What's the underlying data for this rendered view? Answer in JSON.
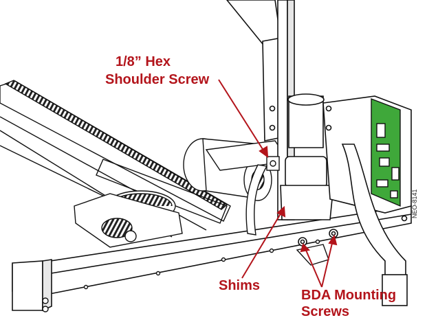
{
  "callouts": {
    "hex_line1": "1/8” Hex",
    "hex_line2": "Shoulder Screw",
    "shims": "Shims",
    "bda_line1": "BDA Mounting",
    "bda_line2": "Screws"
  },
  "doc_id": "NEO-8141",
  "colors": {
    "callout": "#b3141b",
    "pcb": "#3fa83a",
    "line": "#111111",
    "metal": "#ffffff",
    "shade": "#cfcfcf"
  }
}
